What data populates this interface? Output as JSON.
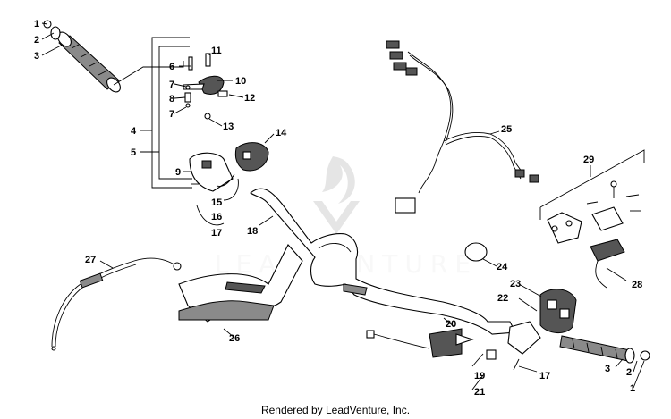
{
  "footer": {
    "text": "Rendered by LeadVenture, Inc."
  },
  "watermark": {
    "text": "LEADVENTURE"
  },
  "callouts": [
    {
      "id": "c1a",
      "label": "1"
    },
    {
      "id": "c2a",
      "label": "2"
    },
    {
      "id": "c3a",
      "label": "3"
    },
    {
      "id": "c4",
      "label": "4"
    },
    {
      "id": "c5",
      "label": "5"
    },
    {
      "id": "c6",
      "label": "6"
    },
    {
      "id": "c7a",
      "label": "7"
    },
    {
      "id": "c8",
      "label": "8"
    },
    {
      "id": "c7b",
      "label": "7"
    },
    {
      "id": "c9",
      "label": "9"
    },
    {
      "id": "c10",
      "label": "10"
    },
    {
      "id": "c11",
      "label": "11"
    },
    {
      "id": "c12",
      "label": "12"
    },
    {
      "id": "c13",
      "label": "13"
    },
    {
      "id": "c14",
      "label": "14"
    },
    {
      "id": "c15",
      "label": "15"
    },
    {
      "id": "c16",
      "label": "16"
    },
    {
      "id": "c17a",
      "label": "17"
    },
    {
      "id": "c18",
      "label": "18"
    },
    {
      "id": "c25",
      "label": "25"
    },
    {
      "id": "c29",
      "label": "29"
    },
    {
      "id": "c24",
      "label": "24"
    },
    {
      "id": "c23",
      "label": "23"
    },
    {
      "id": "c22",
      "label": "22"
    },
    {
      "id": "c27",
      "label": "27"
    },
    {
      "id": "c26",
      "label": "26"
    },
    {
      "id": "c20",
      "label": "20"
    },
    {
      "id": "c28",
      "label": "28"
    },
    {
      "id": "c19",
      "label": "19"
    },
    {
      "id": "c21",
      "label": "21"
    },
    {
      "id": "c17b",
      "label": "17"
    },
    {
      "id": "c3b",
      "label": "3"
    },
    {
      "id": "c2b",
      "label": "2"
    },
    {
      "id": "c1b",
      "label": "1"
    }
  ]
}
